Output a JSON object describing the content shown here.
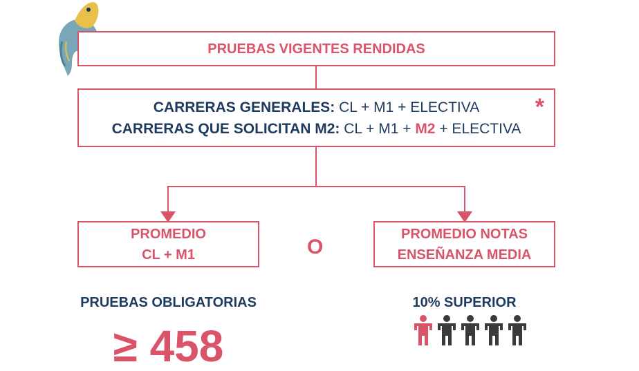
{
  "top_box": {
    "title": "PRUEBAS VIGENTES RENDIDAS"
  },
  "middle_box": {
    "line1_label": "CARRERAS GENERALES:",
    "line1_value": " CL + M1 + ELECTIVA",
    "line2_label": "CARRERAS QUE SOLICITAN M2:",
    "line2_value_a": " CL + M1 + ",
    "line2_highlight": "M2",
    "line2_value_b": " + ELECTIVA",
    "asterisk": "*"
  },
  "left_box": {
    "line1": "PROMEDIO",
    "line2": "CL + M1"
  },
  "connector": {
    "or_label": "O"
  },
  "right_box": {
    "line1": "PROMEDIO NOTAS",
    "line2": "ENSEÑANZA MEDIA"
  },
  "left_section": {
    "heading": "PRUEBAS OBLIGATORIAS",
    "big_value": "≥ 458"
  },
  "right_section": {
    "heading": "10% SUPERIOR",
    "people_total": 5,
    "people_highlighted": 1
  },
  "colors": {
    "accent": "#d95468",
    "navy": "#1f3a5f",
    "dark": "#3a3a3a"
  },
  "icons": {
    "mascot": "bird-icon",
    "person": "person-icon"
  }
}
